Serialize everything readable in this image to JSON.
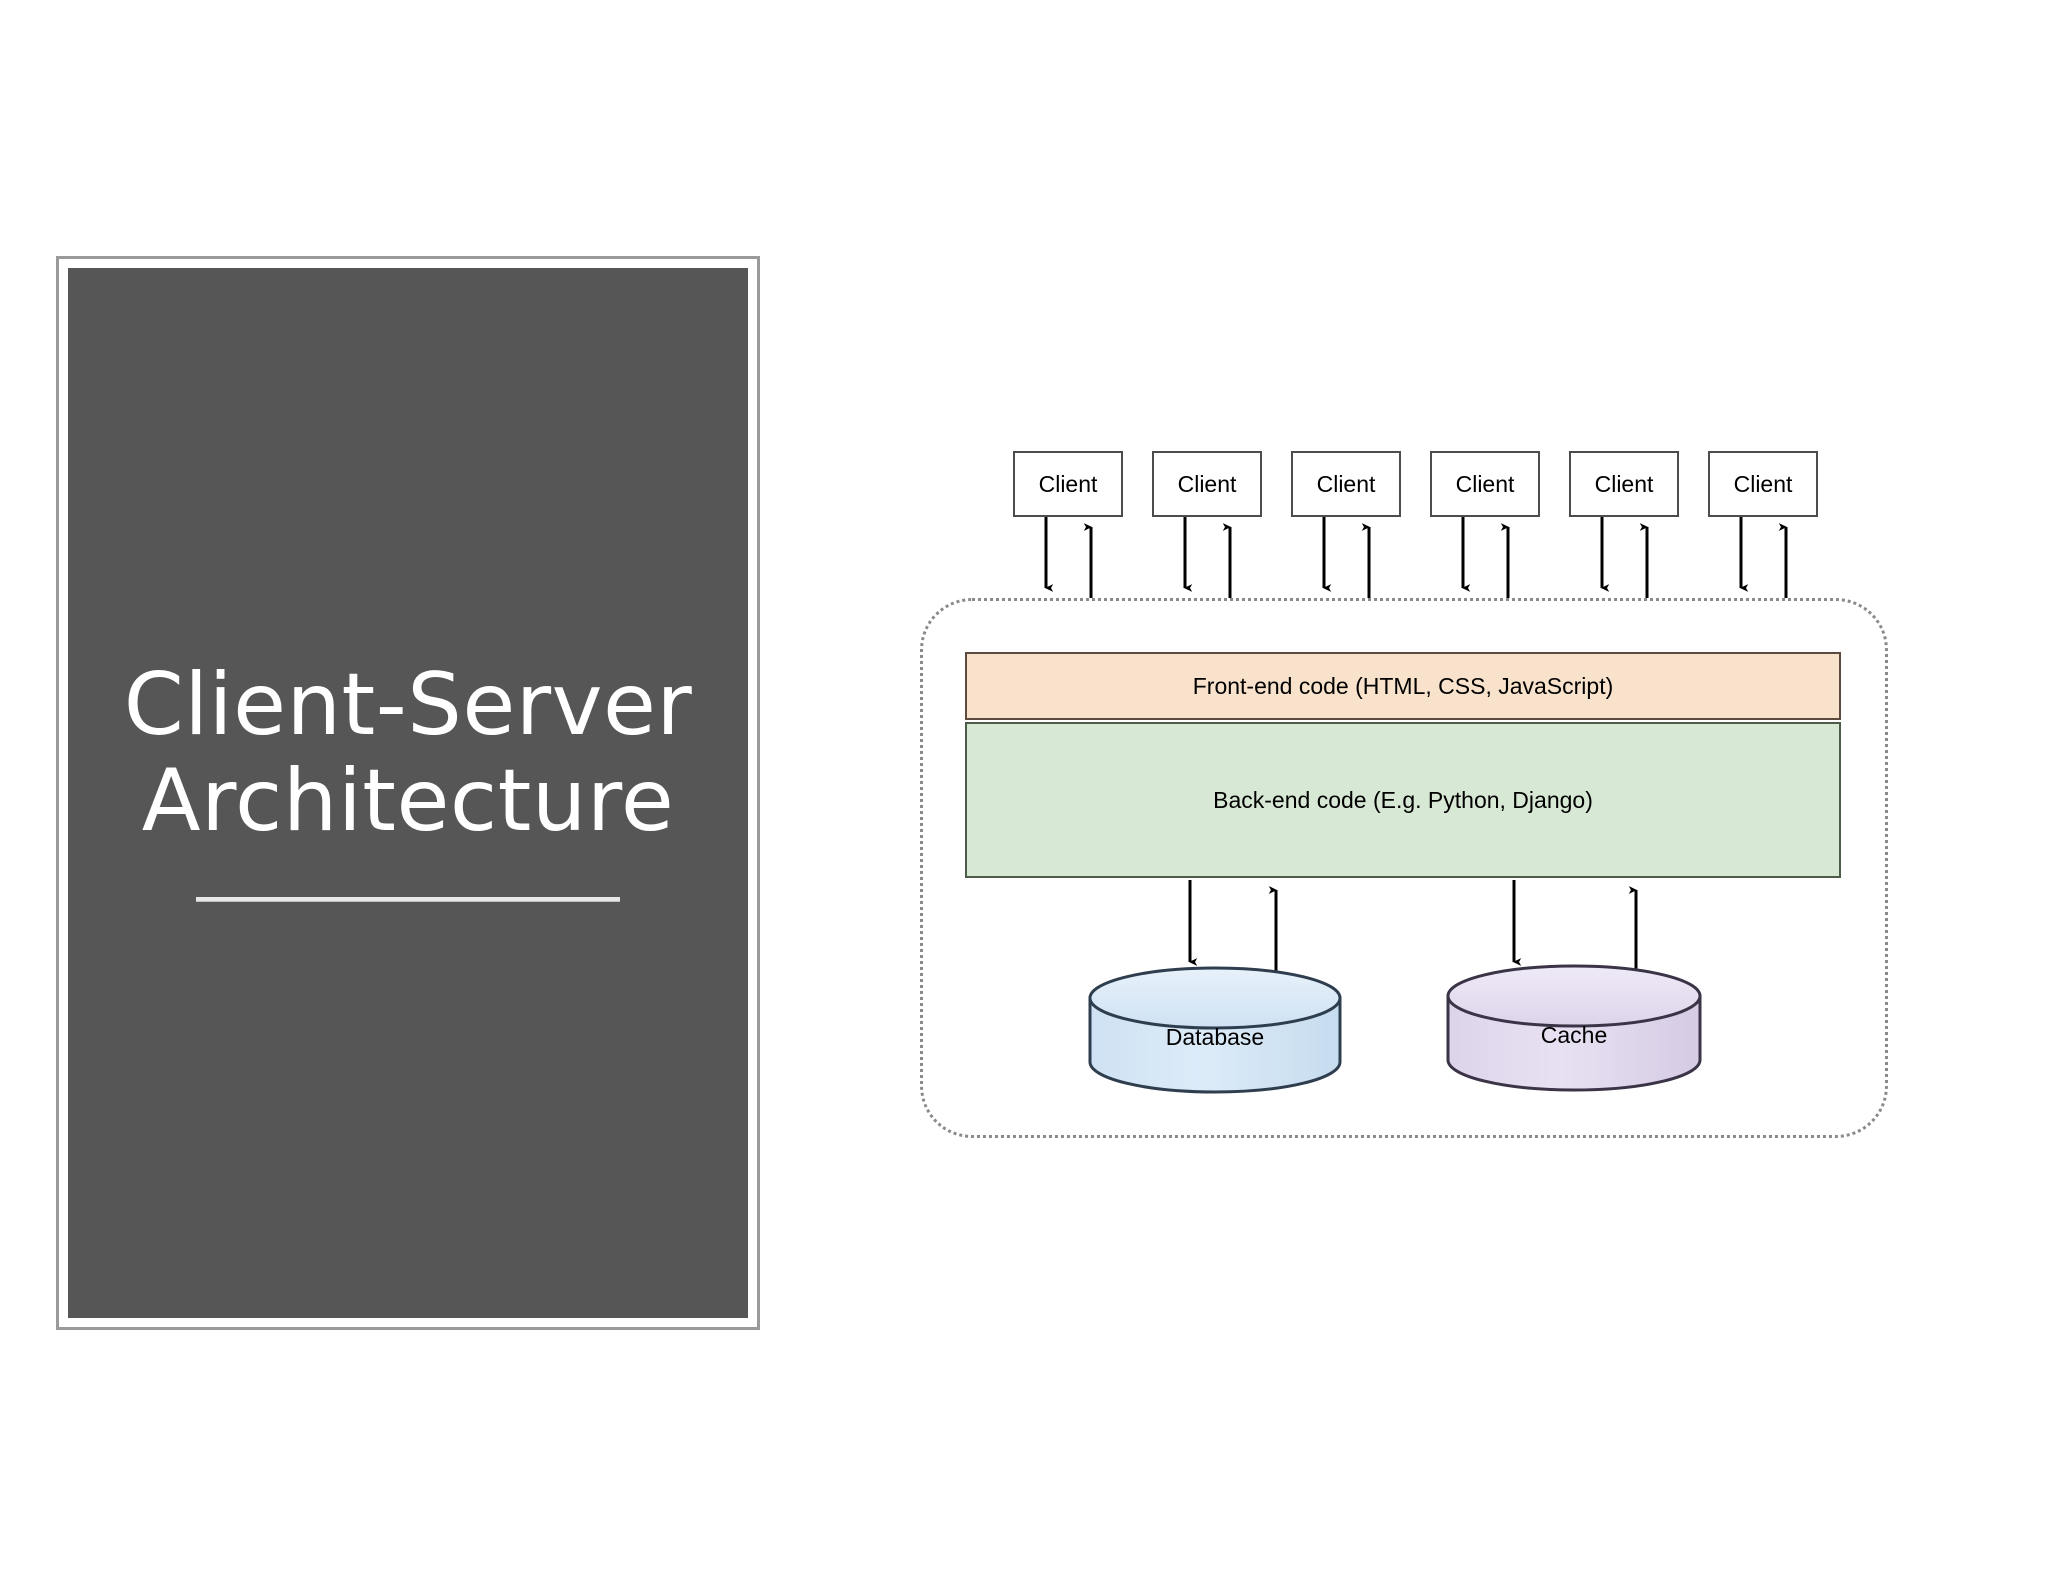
{
  "slide": {
    "title_panel": {
      "title": "Client-Server\nArchitecture",
      "background_color": "#565656",
      "text_color": "#ffffff",
      "border_color": "#9a9a9a",
      "divider_color": "#e8e8e8"
    }
  },
  "diagram": {
    "type": "architecture-diagram",
    "clients": [
      {
        "label": "Client"
      },
      {
        "label": "Client"
      },
      {
        "label": "Client"
      },
      {
        "label": "Client"
      },
      {
        "label": "Client"
      },
      {
        "label": "Client"
      }
    ],
    "server": {
      "boundary_style": "dotted-rounded",
      "boundary_color": "#8a8a8a",
      "layers": [
        {
          "id": "frontend",
          "label": "Front-end code (HTML, CSS, JavaScript)",
          "fill": "#f8e2cb",
          "stroke": "#5c4a3f"
        },
        {
          "id": "backend",
          "label": "Back-end code (E.g. Python, Django)",
          "fill": "#d7e8d4",
          "stroke": "#4d5c49"
        }
      ],
      "stores": [
        {
          "id": "database",
          "label": "Database",
          "shape": "cylinder",
          "fill_top": "#dceaf6",
          "fill_body": "#cfe2f3",
          "stroke": "#2f3e4e"
        },
        {
          "id": "cache",
          "label": "Cache",
          "shape": "cylinder",
          "fill_top": "#e4dcee",
          "fill_body": "#ddd4ea",
          "stroke": "#3b3346"
        }
      ]
    },
    "connections": {
      "client_to_server": "bidirectional-arrow-pair",
      "backend_to_store": "bidirectional-arrow-pair",
      "arrow_color": "#000000"
    }
  }
}
